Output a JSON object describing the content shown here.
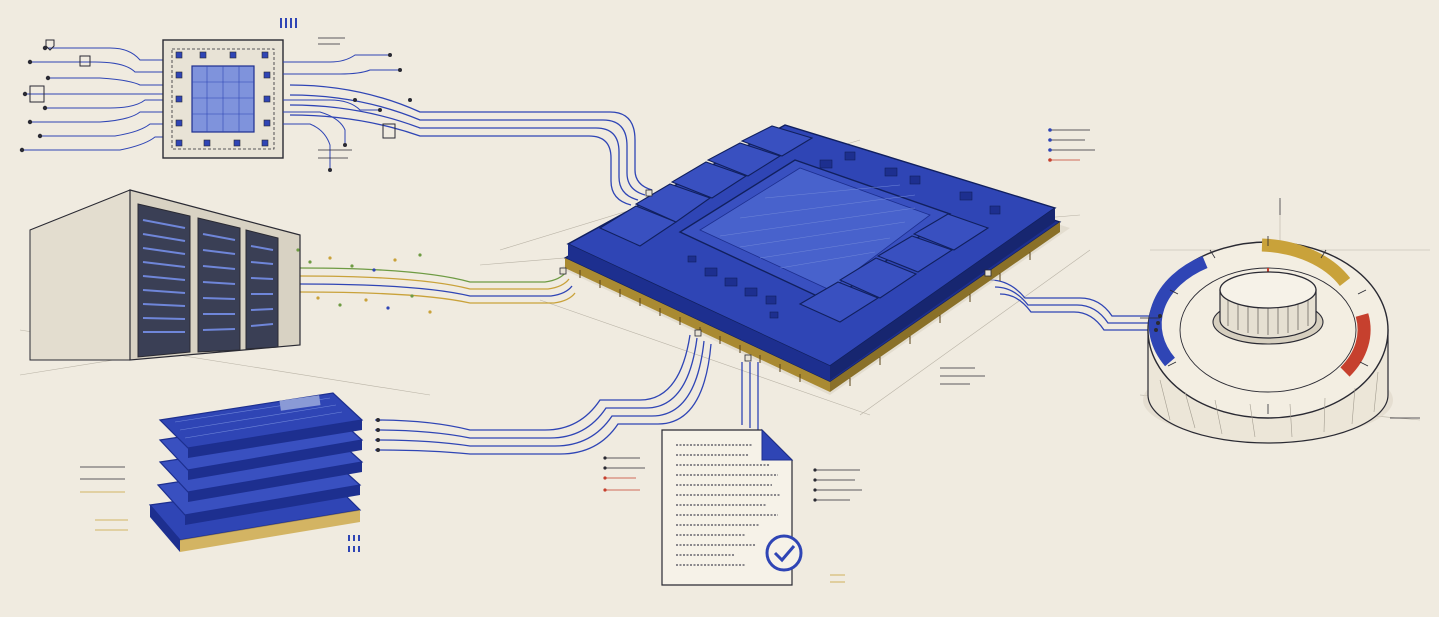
{
  "palette": {
    "paper": "#f0ebe0",
    "ink": "#2a2a33",
    "blue": "#2f45b5",
    "blue_dark": "#1d2f8f",
    "blue_light": "#6f86d9",
    "gold": "#c9a23a",
    "green": "#6e9b43",
    "red": "#c6402e",
    "gray": "#8a8680"
  },
  "nodes": [
    {
      "id": "chip-die",
      "kind": "microchip-icon"
    },
    {
      "id": "server-rack",
      "kind": "server-rack-icon"
    },
    {
      "id": "memory-stack",
      "kind": "layered-stack-icon"
    },
    {
      "id": "main-processor",
      "kind": "processor-board-icon"
    },
    {
      "id": "verified-document",
      "kind": "document-check-icon"
    },
    {
      "id": "control-dial",
      "kind": "dial-gauge-icon"
    }
  ],
  "dial": {
    "segments": [
      "blue",
      "gold",
      "red"
    ]
  }
}
